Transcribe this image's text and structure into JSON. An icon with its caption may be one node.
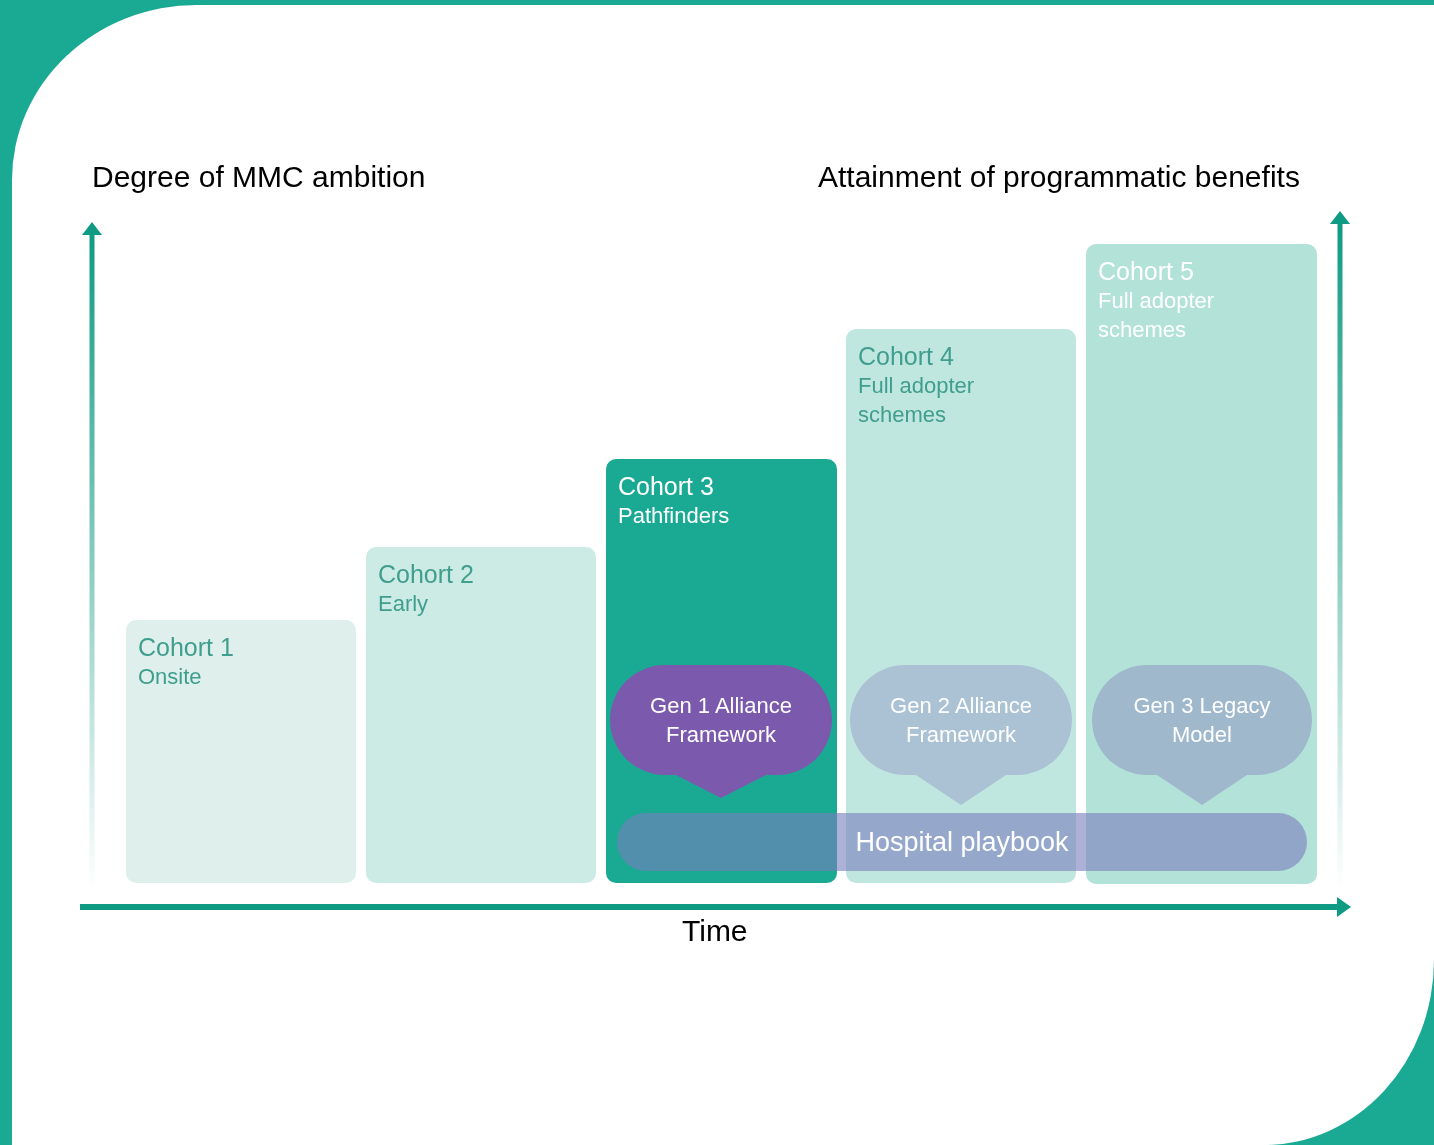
{
  "diagram": {
    "nodes": [
      {
        "text": [
          "Cohort 1",
          "Onsite"
        ]
      },
      {
        "text": [
          "Cohort 2",
          "Early"
        ]
      },
      {
        "text": [
          "Cohort 3",
          "Pathfinders"
        ]
      },
      {
        "text": [
          "Cohort 4",
          "Full adopter schemes"
        ]
      },
      {
        "text": [
          "Cohort 5",
          "Full adopter schemes"
        ]
      },
      {
        "text": [
          "Gen 1 Alliance Framework"
        ],
        "in": 2
      },
      {
        "text": [
          "Gen 2 Alliance Framework"
        ],
        "in": 3
      },
      {
        "text": [
          "Gen 3 Legacy Model"
        ],
        "in": 4
      },
      {
        "text": [
          "Hospital playbook"
        ]
      }
    ],
    "labels": [
      "Degree of MMC ambition",
      "Attainment of programmatic benefits",
      "Time"
    ]
  }
}
